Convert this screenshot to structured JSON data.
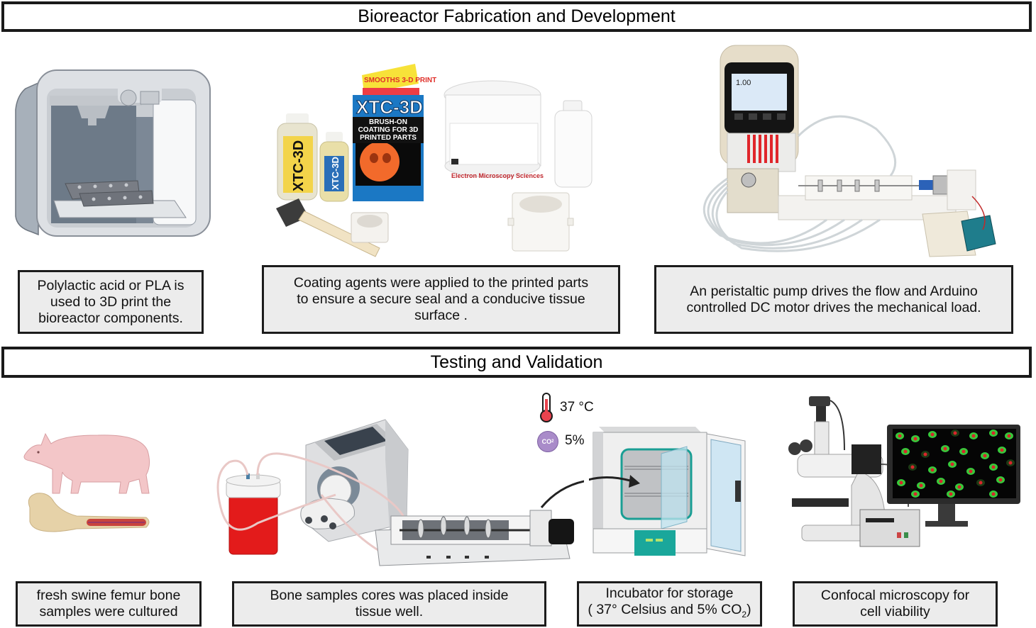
{
  "sections": [
    {
      "title": "Bioreactor Fabrication and Development"
    },
    {
      "title": "Testing and Validation"
    }
  ],
  "fabrication": {
    "captions": [
      "Polylactic acid or PLA is used to 3D print the bioreactor components.",
      "Coating agents were applied to the  printed parts to ensure a secure seal and a conducive tissue surface .",
      "An peristaltic pump drives the flow and Arduino controlled DC motor drives the mechanical load."
    ],
    "product_labels": {
      "bottle_large": "XTC-3D",
      "bottle_small": "XTC-3D",
      "box_brand": "XTC-3D",
      "box_tagline": "BRUSH-ON COATING FOR 3D PRINTED PARTS",
      "box_banner": "SMOOTHS 3-D PRINTS!",
      "jar_brand": "Electron Microscopy Sciences",
      "pump_display": "1.00"
    }
  },
  "validation": {
    "captions": [
      {
        "line1": "fresh swine femur bone",
        "line2": "samples were cultured"
      },
      {
        "line1": "Bone samples cores was placed inside",
        "line2": "tissue well."
      },
      {
        "line1": "Incubator for storage",
        "line2_pre": "( 37° Celsius and 5% CO",
        "line2_sub": "2",
        "line2_post": ")"
      },
      {
        "line1": "Confocal microscopy for",
        "line2": "cell viability"
      }
    ],
    "conditions": {
      "temperature": "37 °C",
      "co2_badge": "CO",
      "co2_badge_sub": "2",
      "co2_value": "5%"
    }
  },
  "colors": {
    "banner_border": "#1a1a1a",
    "caption_bg": "#ececec",
    "media_red": "#e0141b",
    "incubator_teal": "#1aa79b",
    "co2_purple": "#a98bc9",
    "cell_green": "#37c93b"
  }
}
